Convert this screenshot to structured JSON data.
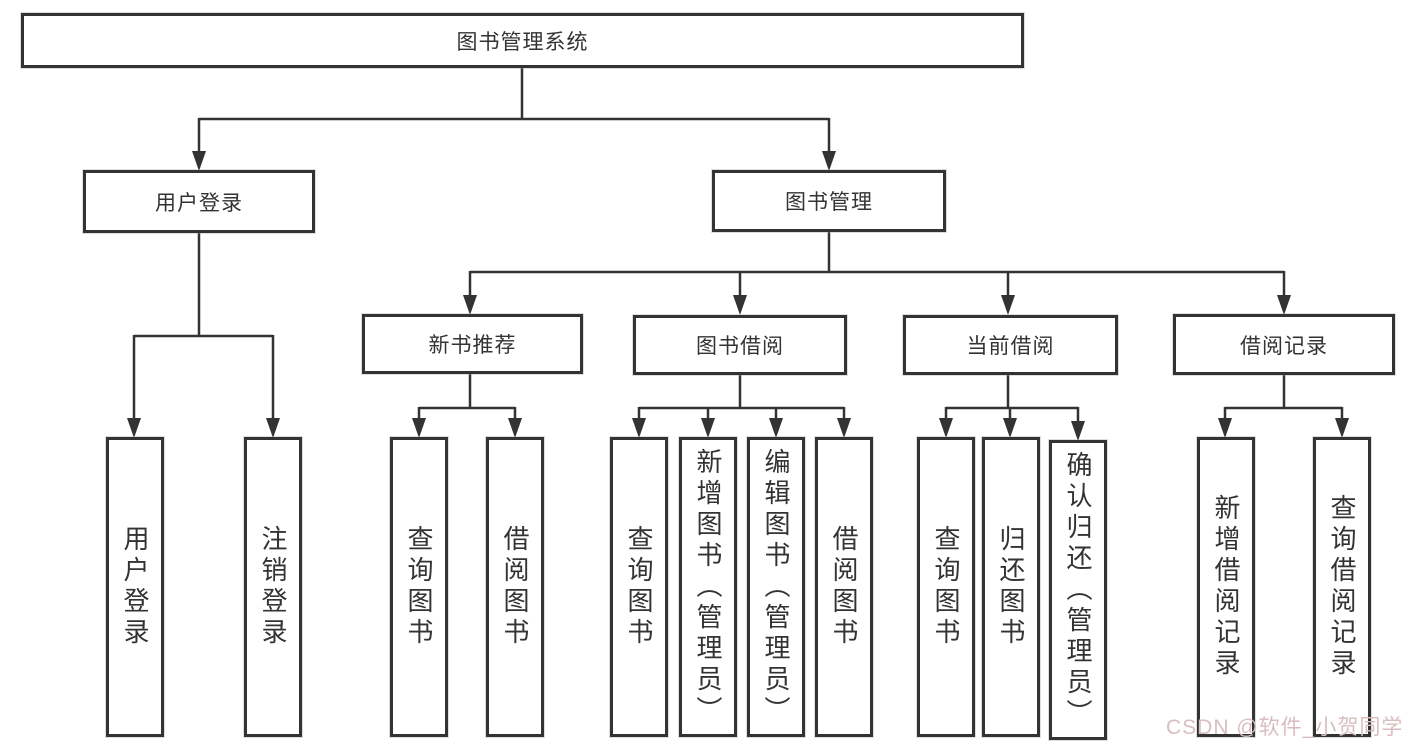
{
  "diagram": {
    "root": {
      "label": "图书管理系统"
    },
    "level2": [
      {
        "label": "用户登录"
      },
      {
        "label": "图书管理"
      }
    ],
    "level3": [
      {
        "label": "新书推荐"
      },
      {
        "label": "图书借阅"
      },
      {
        "label": "当前借阅"
      },
      {
        "label": "借阅记录"
      }
    ],
    "leaves": {
      "user_login": [
        "用户登录",
        "注销登录"
      ],
      "new_book_recommend": [
        "查询图书",
        "借阅图书"
      ],
      "book_borrow": [
        "查询图书",
        "新增图书（管理员）",
        "编辑图书（管理员）",
        "借阅图书"
      ],
      "current_borrow": [
        "查询图书",
        "归还图书",
        "确认归还（管理员）"
      ],
      "borrow_records": [
        "新增借阅记录",
        "查询借阅记录"
      ]
    },
    "watermark": "CSDN @软件_小贺同学",
    "colors": {
      "line": "#333333",
      "box_border": "#333333",
      "text": "#333333",
      "background": "#ffffff",
      "watermark": "#d9bebe"
    }
  }
}
